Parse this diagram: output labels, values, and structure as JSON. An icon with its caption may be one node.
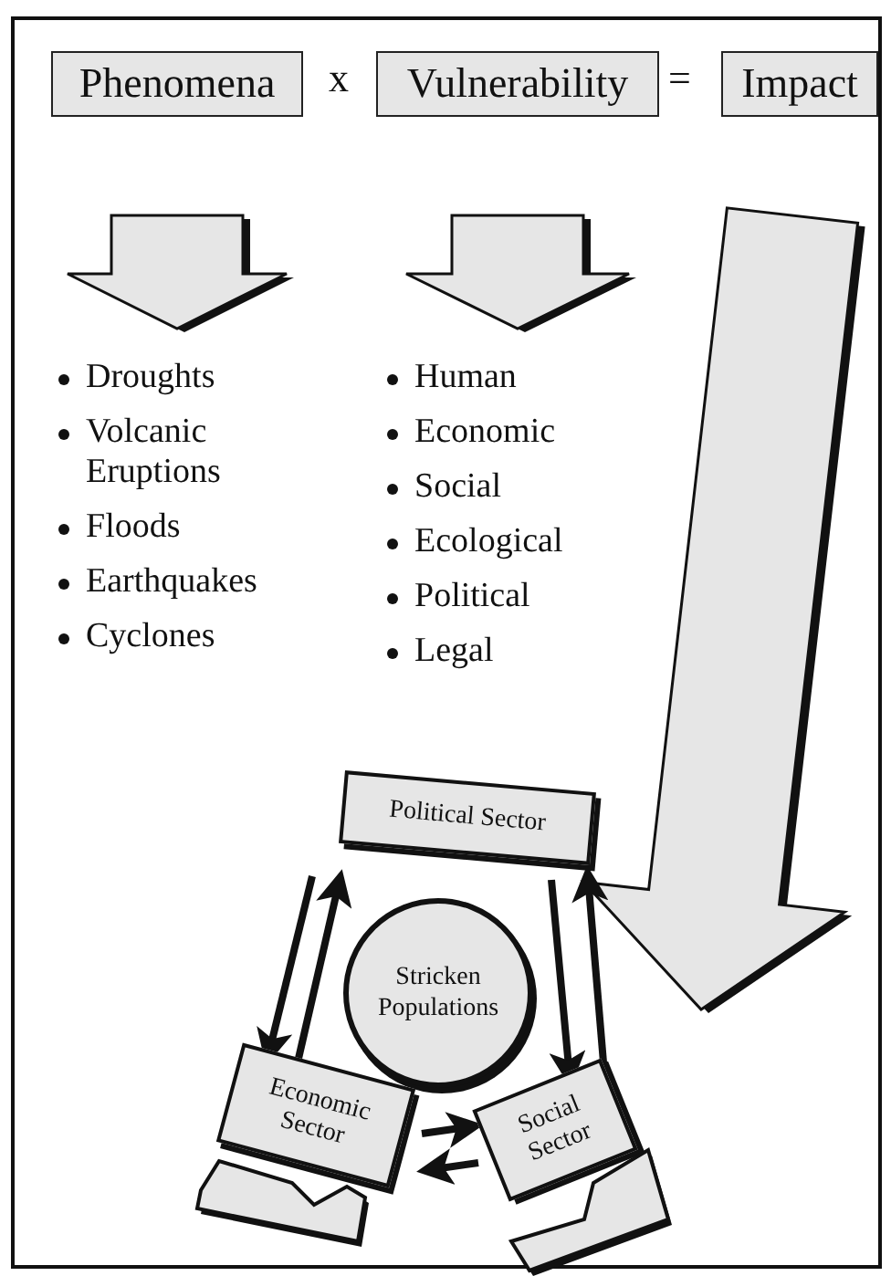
{
  "diagram": {
    "nodes": [
      {
        "text": [
          "Phenomena"
        ]
      },
      {
        "text": [
          "Vulnerability"
        ]
      },
      {
        "text": [
          "Impact"
        ]
      },
      {
        "text": [
          "Droughts",
          "Volcanic Eruptions",
          "Floods",
          "Earthquakes",
          "Cyclones"
        ]
      },
      {
        "text": [
          "Human",
          "Economic",
          "Social",
          "Ecological",
          "Political",
          "Legal"
        ]
      },
      {
        "text": [
          "Political Sector"
        ]
      },
      {
        "text": [
          "Stricken Populations"
        ]
      },
      {
        "text": [
          "Economic Sector"
        ]
      },
      {
        "text": [
          "Social Sector"
        ]
      }
    ],
    "edges": [
      {
        "from": 0,
        "to": 3,
        "arrow": "to",
        "style": "thick"
      },
      {
        "from": 1,
        "to": 4,
        "arrow": "to",
        "style": "thick"
      },
      {
        "from": 2,
        "to": 5,
        "arrow": "to",
        "style": "thick"
      },
      {
        "from": 5,
        "to": 7,
        "arrow": "to"
      },
      {
        "from": 7,
        "to": 5,
        "arrow": "to"
      },
      {
        "from": 5,
        "to": 8,
        "arrow": "to"
      },
      {
        "from": 8,
        "to": 5,
        "arrow": "to"
      },
      {
        "from": 7,
        "to": 8,
        "arrow": "to"
      },
      {
        "from": 8,
        "to": 7,
        "arrow": "to"
      }
    ],
    "labels": [
      "x",
      "="
    ]
  }
}
